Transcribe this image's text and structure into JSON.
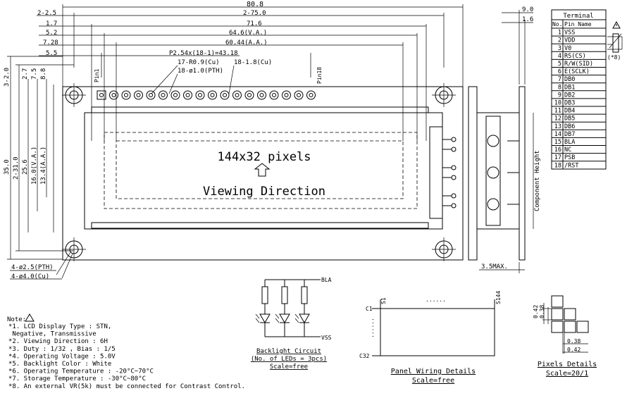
{
  "dimensions": {
    "w_80_8": "80.8",
    "w_2_75": "2-75.0",
    "w_2_2_5": "2-2.5",
    "w_1_7": "1.7",
    "w_71_6": "71.6",
    "w_5_2": "5.2",
    "w_64_6": "64.6(V.A.)",
    "w_7_28": "7.28",
    "w_60_44": "60.44(A.A.)",
    "w_5_5": "5.5",
    "pitch": "P2.54x(18-1)=43.18",
    "r09": "17-R0.9(Cu)",
    "cu18": "18-1.8(Cu)",
    "pth": "18-ø1.0(PTH)",
    "h_3_2": "3-2.0",
    "h_2_7": "2.7",
    "h_7_5": "7.5",
    "h_8_8": "8.8",
    "h_35": "35.0",
    "h_2_31": "2-31.0",
    "h_25_6": "25.6",
    "h_16": "16.0(V.A.)",
    "h_13_4": "13.4(A.A.)",
    "hole_pth": "4-ø2.5(PTH)",
    "hole_cu": "4-ø4.0(Cu)",
    "side_9": "9.0",
    "side_1_6": "1.6",
    "side_max": "3.5MAX.",
    "component_height": "Component Height"
  },
  "pins": {
    "pin1": "Pin1",
    "pin18": "Pin18"
  },
  "display": {
    "pixels": "144x32 pixels",
    "viewing": "Viewing Direction"
  },
  "terminal": {
    "title": "Terminal",
    "col_no": "No.",
    "col_name": "Pin Name",
    "rows": [
      [
        "1",
        "VSS"
      ],
      [
        "2",
        "VDD"
      ],
      [
        "3",
        "V0"
      ],
      [
        "4",
        "RS(CS)"
      ],
      [
        "5",
        "R/W(SID)"
      ],
      [
        "6",
        "E(SCLK)"
      ],
      [
        "7",
        "DB0"
      ],
      [
        "8",
        "DB1"
      ],
      [
        "9",
        "DB2"
      ],
      [
        "10",
        "DB3"
      ],
      [
        "11",
        "DB4"
      ],
      [
        "12",
        "DB5"
      ],
      [
        "13",
        "DB6"
      ],
      [
        "14",
        "DB7"
      ],
      [
        "15",
        "BLA"
      ],
      [
        "16",
        "NC"
      ],
      [
        "17",
        "PSB"
      ],
      [
        "18",
        "/RST"
      ]
    ],
    "vr_note": "(*8)"
  },
  "notes": {
    "header": "Note:",
    "lines": [
      "*1. LCD Display Type : STN,",
      "    Negative, Transmissive",
      "*2. Viewing Direction : 6H",
      "*3. Duty : 1/32 , Bias : 1/5",
      "*4. Operating Voltage : 5.0V",
      "*5. Backlight Color : White",
      "*6. Operating Temperature : -20°C~70°C",
      "*7. Storage Temperature : -30°C~80°C",
      "*8. An external VR(5k) must be connected for Contrast Control."
    ]
  },
  "backlight": {
    "bla": "BLA",
    "vss": "VSS",
    "title": "Backlight Circuit",
    "sub": "(No. of LEDs = 3pcs)",
    "scale": "Scale=free"
  },
  "wiring": {
    "s1": "S1",
    "s144": "S144",
    "c1": "C1",
    "c32": "C32",
    "dots_h": "......",
    "dots_v": "......",
    "title": "Panel Wiring Details",
    "scale": "Scale=free"
  },
  "pixels_detail": {
    "d042a": "0.42",
    "d038a": "0.38",
    "d038b": "0.38",
    "d042b": "0.42",
    "title": "Pixels Details",
    "scale": "Scale=20/1"
  }
}
